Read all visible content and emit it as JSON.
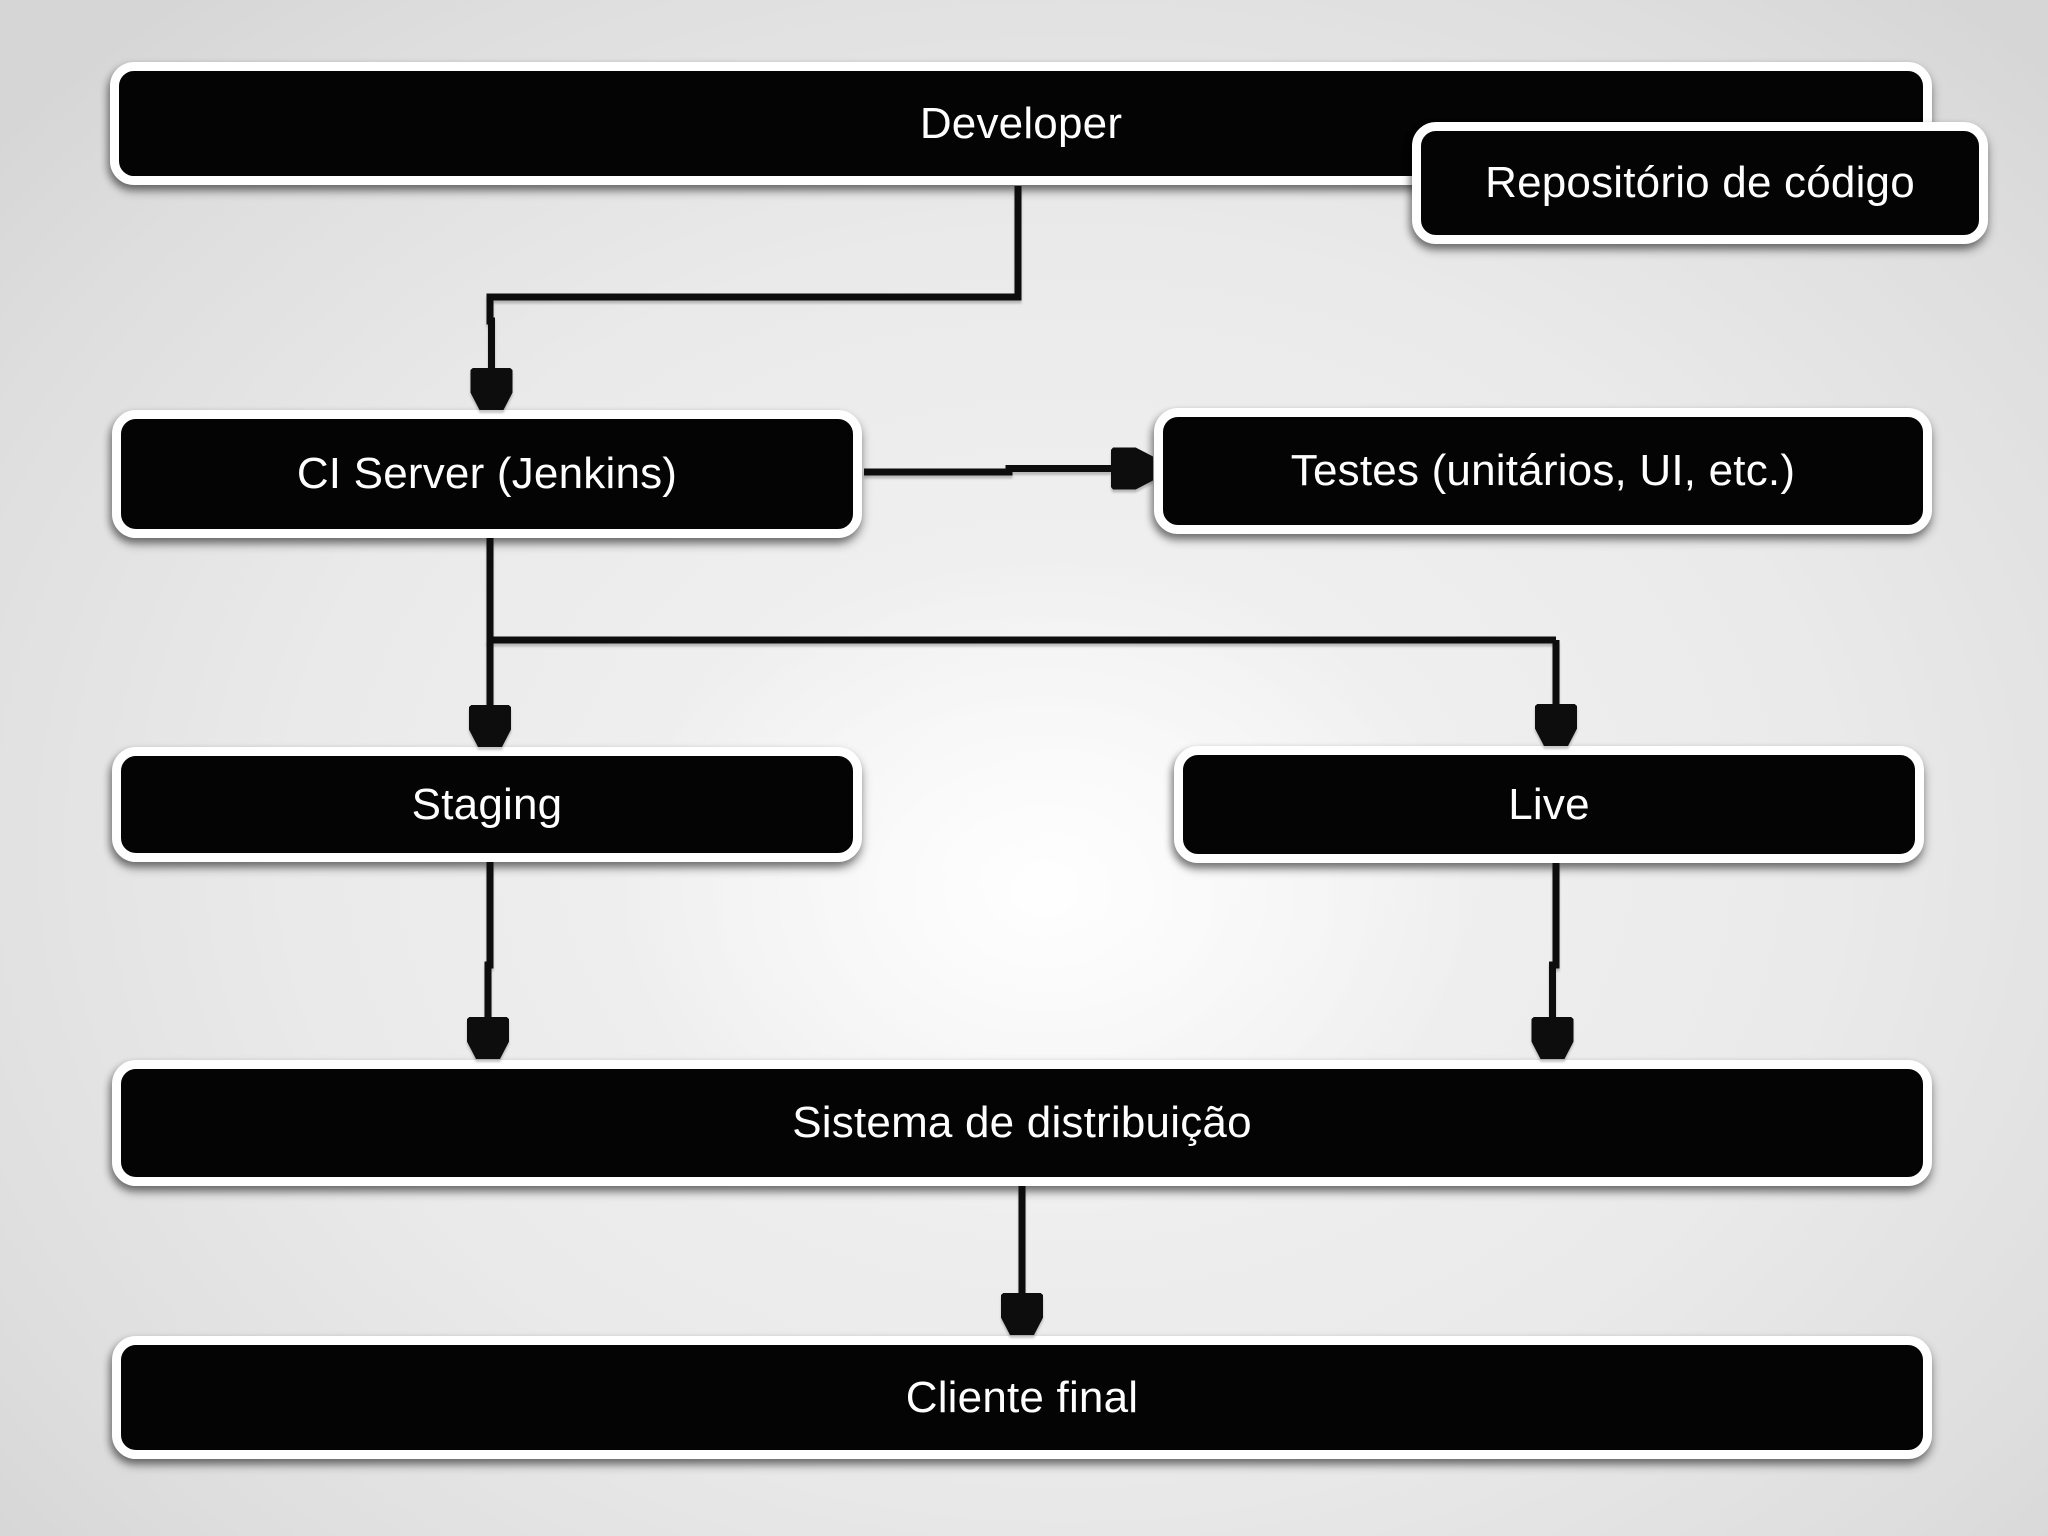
{
  "diagram": {
    "description": "CI/CD pipeline flowchart",
    "colors": {
      "node_fill": "#040404",
      "node_border": "#ffffff",
      "node_text": "#ffffff",
      "connector": "#0d0d0d",
      "background": "#e9e9e9"
    },
    "nodes": {
      "developer": {
        "label": "Developer"
      },
      "repositorio": {
        "label": "Repositório de código"
      },
      "ci_server": {
        "label": "CI Server (Jenkins)"
      },
      "testes": {
        "label": "Testes (unitários, UI, etc.)"
      },
      "staging": {
        "label": "Staging"
      },
      "live": {
        "label": "Live"
      },
      "sistema": {
        "label": "Sistema de distribuição"
      },
      "cliente": {
        "label": "Cliente final"
      }
    },
    "edges": [
      {
        "from": "developer",
        "to": "ci_server"
      },
      {
        "from": "ci_server",
        "to": "testes"
      },
      {
        "from": "ci_server",
        "to": "staging"
      },
      {
        "from": "ci_server",
        "to": "live"
      },
      {
        "from": "staging",
        "to": "sistema"
      },
      {
        "from": "live",
        "to": "sistema"
      },
      {
        "from": "sistema",
        "to": "cliente"
      }
    ]
  }
}
